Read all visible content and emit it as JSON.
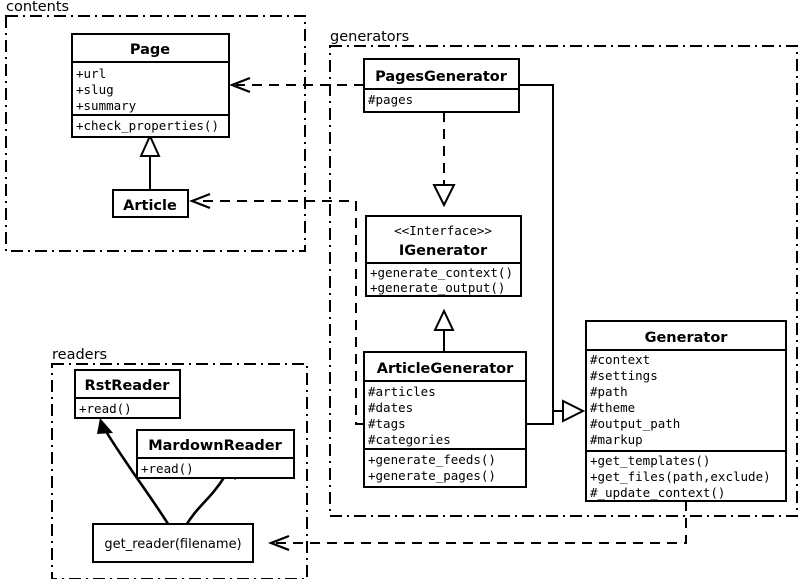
{
  "diagram": {
    "title": "Pelican UML class diagram",
    "background": "#ffffff",
    "line_color": "#000000"
  },
  "packages": [
    {
      "id": "contents",
      "label": "contents"
    },
    {
      "id": "generators",
      "label": "generators"
    },
    {
      "id": "readers",
      "label": "readers"
    }
  ],
  "classes": [
    {
      "id": "page",
      "name": "Page",
      "stereotype": "",
      "attributes": [
        "+url",
        "+slug",
        "+summary"
      ],
      "methods": [
        "+check_properties()"
      ]
    },
    {
      "id": "article",
      "name": "Article",
      "stereotype": "",
      "attributes": [],
      "methods": []
    },
    {
      "id": "pages-generator",
      "name": "PagesGenerator",
      "stereotype": "",
      "attributes": [
        "#pages"
      ],
      "methods": []
    },
    {
      "id": "igenerator",
      "name": "IGenerator",
      "stereotype": "<<Interface>>",
      "attributes": [],
      "methods": [
        "+generate_context()",
        "+generate_output()"
      ]
    },
    {
      "id": "article-generator",
      "name": "ArticleGenerator",
      "stereotype": "",
      "attributes": [
        "#articles",
        "#dates",
        "#tags",
        "#categories"
      ],
      "methods": [
        "+generate_feeds()",
        "+generate_pages()"
      ]
    },
    {
      "id": "generator",
      "name": "Generator",
      "stereotype": "",
      "attributes": [
        "#context",
        "#settings",
        "#path",
        "#theme",
        "#output_path",
        "#markup"
      ],
      "methods": [
        "+get_templates()",
        "+get_files(path,exclude)",
        "#_update_context()"
      ]
    },
    {
      "id": "rst-reader",
      "name": "RstReader",
      "stereotype": "",
      "attributes": [],
      "methods": [
        "+read()"
      ]
    },
    {
      "id": "mardown-reader",
      "name": "MardownReader",
      "stereotype": "",
      "attributes": [],
      "methods": [
        "+read()"
      ]
    }
  ],
  "functions": [
    {
      "id": "get-reader",
      "label": "get_reader(filename)"
    }
  ],
  "relations": [
    {
      "id": "article-inherits-page",
      "type": "generalization",
      "from": "article",
      "to": "page"
    },
    {
      "id": "pagesgenerator-realizes-igenerator",
      "type": "realization",
      "from": "pages-generator",
      "to": "igenerator"
    },
    {
      "id": "articlegenerator-realizes-igenerator",
      "type": "generalization",
      "from": "article-generator",
      "to": "igenerator"
    },
    {
      "id": "pagesgenerator-extends-generator",
      "type": "generalization",
      "from": "pages-generator",
      "to": "generator"
    },
    {
      "id": "articlegenerator-extends-generator",
      "type": "generalization",
      "from": "article-generator",
      "to": "generator"
    },
    {
      "id": "pagesgenerator-uses-page",
      "type": "dependency",
      "from": "pages-generator",
      "to": "page"
    },
    {
      "id": "articlegenerator-uses-article",
      "type": "dependency",
      "from": "article-generator",
      "to": "article"
    },
    {
      "id": "generator-uses-get-reader",
      "type": "dependency",
      "from": "generator",
      "to": "get-reader"
    },
    {
      "id": "get-reader-returns-rstreader",
      "type": "flow",
      "from": "get-reader",
      "to": "rst-reader"
    },
    {
      "id": "get-reader-returns-mardownreader",
      "type": "flow",
      "from": "get-reader",
      "to": "mardown-reader"
    }
  ]
}
